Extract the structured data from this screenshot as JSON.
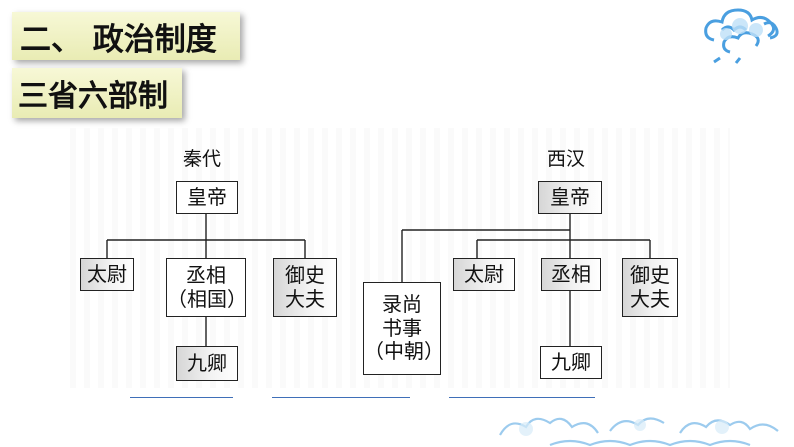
{
  "header": {
    "title": "二、 政治制度",
    "subtitle": "三省六部制"
  },
  "diagrams": {
    "qin": {
      "label": "秦代",
      "top": "皇帝",
      "left": "太尉",
      "middle": "丞相\n（相国）",
      "right": "御史\n大夫",
      "bottom": "九卿"
    },
    "xihan": {
      "label": "西汉",
      "top": "皇帝",
      "far_left": "录尚\n书事\n（中朝）",
      "left": "太尉",
      "middle": "丞相",
      "right": "御史\n大夫",
      "bottom": "九卿"
    }
  },
  "colors": {
    "title_bg": "#eef0c2",
    "underline": "#3f6fb8",
    "cloud": "#5aa9e6"
  }
}
